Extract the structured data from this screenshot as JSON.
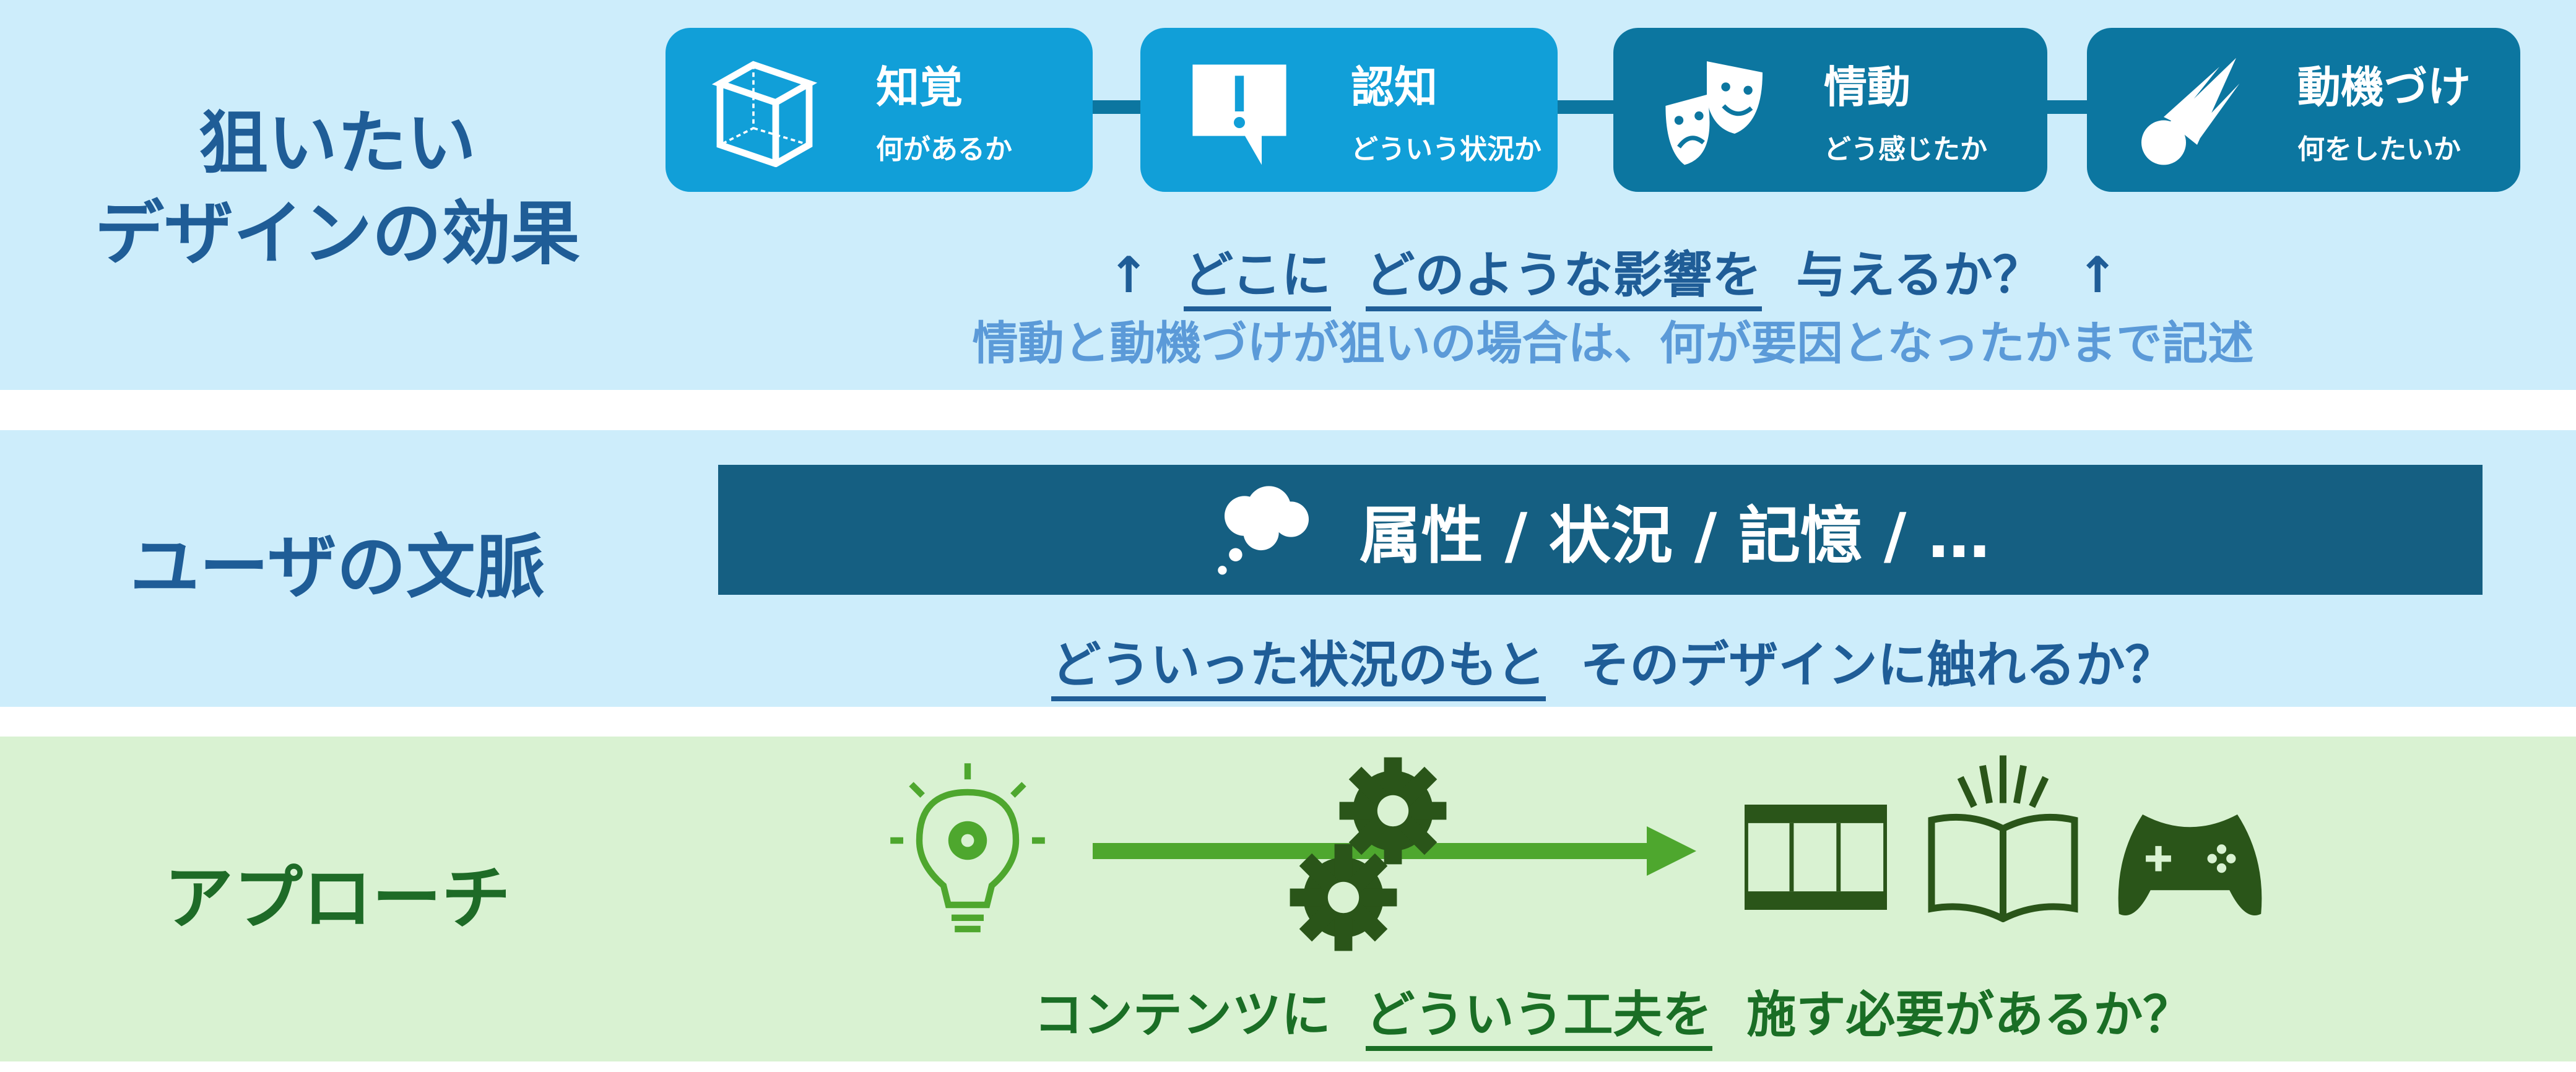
{
  "effect": {
    "title_line1": "狙いたい",
    "title_line2": "デザインの効果",
    "boxes": [
      {
        "title": "知覚",
        "subtitle": "何があるか",
        "icon": "cube-icon"
      },
      {
        "title": "認知",
        "subtitle": "どういう状況か",
        "icon": "exclamation-bubble-icon"
      },
      {
        "title": "情動",
        "subtitle": "どう感じたか",
        "icon": "theater-masks-icon"
      },
      {
        "title": "動機づけ",
        "subtitle": "何をしたいか",
        "icon": "meteor-icon"
      }
    ],
    "question": {
      "arrow_left": "↑",
      "part1": "どこに",
      "part2": "どのような影響を",
      "part3": "与えるか？",
      "arrow_right": "↑"
    },
    "note": "情動と動機づけが狙いの場合は、何が要因となったかまで記述"
  },
  "context": {
    "title": "ユーザの文脈",
    "bar_text": "属性 / 状況 / 記憶 / …",
    "question": {
      "part1": "どういった状況のもと",
      "part2": "そのデザインに触れるか？"
    }
  },
  "approach": {
    "title": "アプローチ",
    "question": {
      "part1": "コンテンツに",
      "part2": "どういう工夫を",
      "part3": "施す必要があるか？"
    }
  },
  "colors": {
    "light_box": "#119fd8",
    "dark_box": "#0c76a0",
    "bar": "#155f82",
    "arrow": "#4ea72e",
    "icon_green": "#2a5519"
  }
}
